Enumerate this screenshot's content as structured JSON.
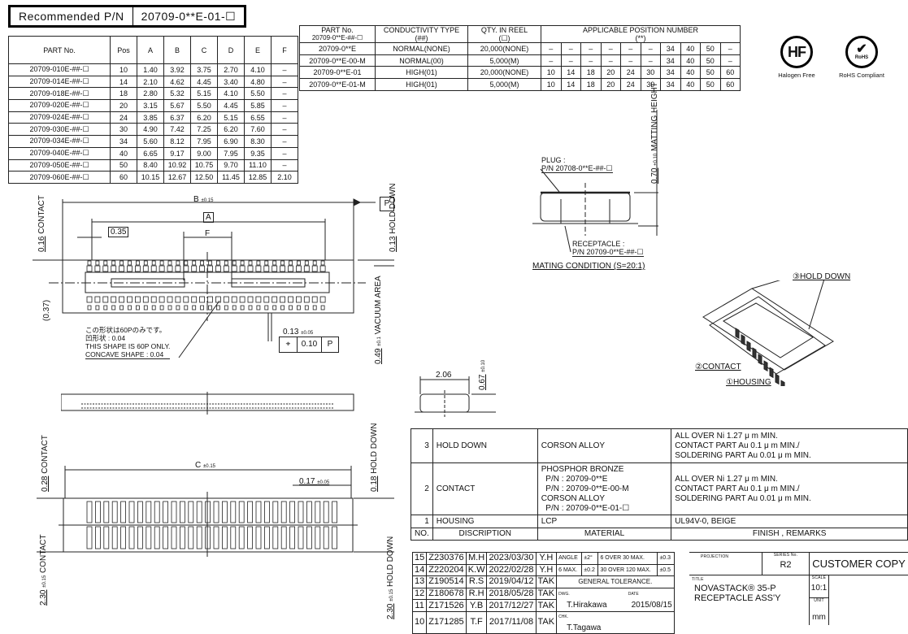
{
  "recommended": {
    "label": "Recommended P/N",
    "value": "20709-0**E-01-☐"
  },
  "dim_table": {
    "headers": [
      "PART No.",
      "Pos",
      "A",
      "B",
      "C",
      "D",
      "E",
      "F"
    ],
    "rows": [
      [
        "20709-010E-##-☐",
        "10",
        "1.40",
        "3.92",
        "3.75",
        "2.70",
        "4.10",
        "–"
      ],
      [
        "20709-014E-##-☐",
        "14",
        "2.10",
        "4.62",
        "4.45",
        "3.40",
        "4.80",
        "–"
      ],
      [
        "20709-018E-##-☐",
        "18",
        "2.80",
        "5.32",
        "5.15",
        "4.10",
        "5.50",
        "–"
      ],
      [
        "20709-020E-##-☐",
        "20",
        "3.15",
        "5.67",
        "5.50",
        "4.45",
        "5.85",
        "–"
      ],
      [
        "20709-024E-##-☐",
        "24",
        "3.85",
        "6.37",
        "6.20",
        "5.15",
        "6.55",
        "–"
      ],
      [
        "20709-030E-##-☐",
        "30",
        "4.90",
        "7.42",
        "7.25",
        "6.20",
        "7.60",
        "–"
      ],
      [
        "20709-034E-##-☐",
        "34",
        "5.60",
        "8.12",
        "7.95",
        "6.90",
        "8.30",
        "–"
      ],
      [
        "20709-040E-##-☐",
        "40",
        "6.65",
        "9.17",
        "9.00",
        "7.95",
        "9.35",
        "–"
      ],
      [
        "20709-050E-##-☐",
        "50",
        "8.40",
        "10.92",
        "10.75",
        "9.70",
        "11.10",
        "–"
      ],
      [
        "20709-060E-##-☐",
        "60",
        "10.15",
        "12.67",
        "12.50",
        "11.45",
        "12.85",
        "2.10"
      ]
    ]
  },
  "cond_table": {
    "h_part": "PART No.",
    "h_part2": "20709-0**E-##-☐",
    "h_type": "CONDUCTIVITY TYPE",
    "h_type2": "(##)",
    "h_qty": "QTY. IN REEL",
    "h_qty2": "(☐)",
    "h_pos": "APPLICABLE POSITION NUMBER",
    "h_pos2": "(**)",
    "rows": [
      {
        "part": "20709-0**E",
        "type": "NORMAL(NONE)",
        "qty": "20,000(NONE)",
        "pos": [
          "–",
          "–",
          "–",
          "–",
          "–",
          "–",
          "34",
          "40",
          "50",
          "–"
        ]
      },
      {
        "part": "20709-0**E-00-M",
        "type": "NORMAL(00)",
        "qty": "5,000(M)",
        "pos": [
          "–",
          "–",
          "–",
          "–",
          "–",
          "–",
          "34",
          "40",
          "50",
          "–"
        ]
      },
      {
        "part": "20709-0**E-01",
        "type": "HIGH(01)",
        "qty": "20,000(NONE)",
        "pos": [
          "10",
          "14",
          "18",
          "20",
          "24",
          "30",
          "34",
          "40",
          "50",
          "60"
        ]
      },
      {
        "part": "20709-0**E-01-M",
        "type": "HIGH(01)",
        "qty": "5,000(M)",
        "pos": [
          "10",
          "14",
          "18",
          "20",
          "24",
          "30",
          "34",
          "40",
          "50",
          "60"
        ]
      }
    ]
  },
  "logos": {
    "hf_mark": "HF",
    "hf_label": "Halogen Free",
    "rohs_mark": "RoHS",
    "rohs_label": "RoHS Compliant"
  },
  "top_view": {
    "dim_b": "B",
    "dim_b_tol": "±0.15",
    "dim_a": "A",
    "dim_pitch": "0.35",
    "dim_f": "F",
    "datum": "P",
    "contact_dim": "0.16",
    "contact_lbl": "CONTACT",
    "hold_dim": "0.13",
    "hold_lbl": "HOLD DOWN",
    "ref_dim": "(0.37)",
    "vac_dim": "0.49",
    "vac_tol": "±0.1",
    "vac_lbl": "VACUUM AREA",
    "pad_dim": "0.13",
    "pad_tol": "±0.05",
    "fcf_symbol": "⌖",
    "fcf_value": "0.10",
    "fcf_datum": "P",
    "note_jp1": "この形状は60Pのみです。",
    "note_jp2": "凹形状 : 0.04",
    "note_en1": "THIS SHAPE IS 60P ONLY.",
    "note_en2": "CONCAVE SHAPE : 0.04"
  },
  "bottom_view": {
    "dim_c": "C",
    "dim_c_tol": "±0.15",
    "dim_017": "0.17",
    "dim_017_tol": "±0.05",
    "contact_dim": "0.28",
    "contact_lbl": "CONTACT",
    "hold_dim": "0.18",
    "hold_lbl": "HOLD DOWN",
    "h_contact": "2.30",
    "h_contact_tol": "±0.15",
    "h_contact_lbl": "CONTACT",
    "h_hold": "2.30",
    "h_hold_tol": "±0.15",
    "h_hold_lbl": "HOLD DOWN"
  },
  "side_view": {
    "width": "2.06",
    "height": "0.67",
    "height_tol": "±0.10"
  },
  "mating": {
    "plug_lbl": "PLUG :",
    "plug_pn": "P/N 20708-0**E-##-☐",
    "rec_lbl": "RECEPTACLE :",
    "rec_pn": "P/N 20709-0**E-##-☐",
    "height": "0.70",
    "height_tol": "±0.10",
    "height_lbl": "MATTING HEIGHT",
    "caption": "MATING CONDITION (S=20:1)"
  },
  "iso": {
    "hold": "③HOLD DOWN",
    "contact": "②CONTACT",
    "housing": "①HOUSING"
  },
  "bom": {
    "rows": [
      {
        "no": "3",
        "desc": "HOLD DOWN",
        "mat": [
          "CORSON ALLOY"
        ],
        "fin": [
          "ALL OVER Ni 1.27 μ m MIN.",
          "CONTACT PART Au 0.1 μ m  MIN./",
          "SOLDERING PART Au 0.01 μ m MIN."
        ]
      },
      {
        "no": "2",
        "desc": "CONTACT",
        "mat": [
          "PHOSPHOR BRONZE",
          "  P/N : 20709-0**E",
          "  P/N : 20709-0**E-00-M",
          "CORSON ALLOY",
          "  P/N : 20709-0**E-01-☐"
        ],
        "fin": [
          "ALL OVER Ni 1.27 μ m MIN.",
          "CONTACT PART Au 0.1 μ m  MIN./",
          "SOLDERING PART Au 0.01 μ m MIN."
        ]
      },
      {
        "no": "1",
        "desc": "HOUSING",
        "mat": [
          "LCP"
        ],
        "fin": [
          "UL94V-0, BEIGE"
        ]
      }
    ],
    "h_no": "NO.",
    "h_desc": "DISCRIPTION",
    "h_mat": "MATERIAL",
    "h_fin": "FINISH , REMARKS"
  },
  "revisions": [
    {
      "rev": "15",
      "ecn": "Z230376",
      "by": "M.H",
      "date": "2023/03/30",
      "app": "Y.H"
    },
    {
      "rev": "14",
      "ecn": "Z220204",
      "by": "K.W",
      "date": "2022/02/28",
      "app": "Y.H"
    },
    {
      "rev": "13",
      "ecn": "Z190514",
      "by": "R.S",
      "date": "2019/04/12",
      "app": "TAK"
    },
    {
      "rev": "12",
      "ecn": "Z180678",
      "by": "R.H",
      "date": "2018/05/28",
      "app": "TAK"
    },
    {
      "rev": "11",
      "ecn": "Z171526",
      "by": "Y.B",
      "date": "2017/12/27",
      "app": "TAK"
    },
    {
      "rev": "10",
      "ecn": "Z171285",
      "by": "T.F",
      "date": "2017/11/08",
      "app": "TAK"
    }
  ],
  "tolerance": {
    "angle_lbl": "ANGLE",
    "angle_val": "±2°",
    "r1_lbl": "6 OVER 30 MAX.",
    "r1_val": "±0.3",
    "r2_lbl": "6 MAX.",
    "r2_val": "±0.2",
    "r3_lbl": "30 OVER 120 MAX.",
    "r3_val": "±0.5",
    "title": "GENERAL TOLERANCE."
  },
  "signoff": {
    "dwg_lbl": "DWG.",
    "dwg": "T.Hirakawa",
    "date_lbl": "DATE",
    "date": "2015/08/15",
    "chk_lbl": "CHK.",
    "chk": "T.Tagawa"
  },
  "titleblock": {
    "projection_lbl": "PROJECTION",
    "series_lbl": "SERIES No.",
    "series": "R2",
    "copy": "CUSTOMER COPY",
    "title_lbl": "TITLE",
    "title1": "NOVASTACK® 35-P",
    "title2": "RECEPTACLE ASS'Y",
    "scale_lbl": "SCALE",
    "scale": "10:1",
    "unit_lbl": "UNIT",
    "unit": "mm"
  }
}
